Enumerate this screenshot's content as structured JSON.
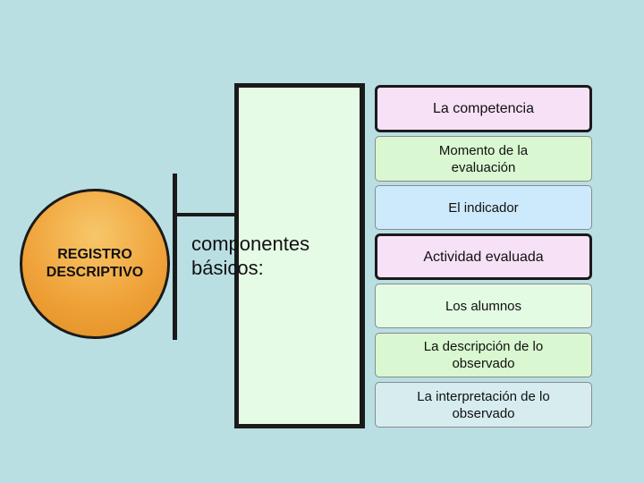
{
  "circle": {
    "label": "REGISTRO\nDESCRIPTIVO",
    "color": "#f0a33a"
  },
  "center": {
    "label": "componentes\nbásicos:",
    "color": "#e6fbe6"
  },
  "items": [
    {
      "label": "La  competencia",
      "color": "#f7e1f7"
    },
    {
      "label": "Momento de la\nevaluación",
      "color": "#d9f7d0"
    },
    {
      "label": "El indicador",
      "color": "#cdeafc"
    },
    {
      "label": "Actividad evaluada",
      "color": "#f7e1f7"
    },
    {
      "label": "Los  alumnos",
      "color": "#e3fae3"
    },
    {
      "label": "La descripción de lo\nobservado",
      "color": "#d9f7d0"
    },
    {
      "label": "La interpretación de lo\nobservado",
      "color": "#d6ecef"
    }
  ]
}
